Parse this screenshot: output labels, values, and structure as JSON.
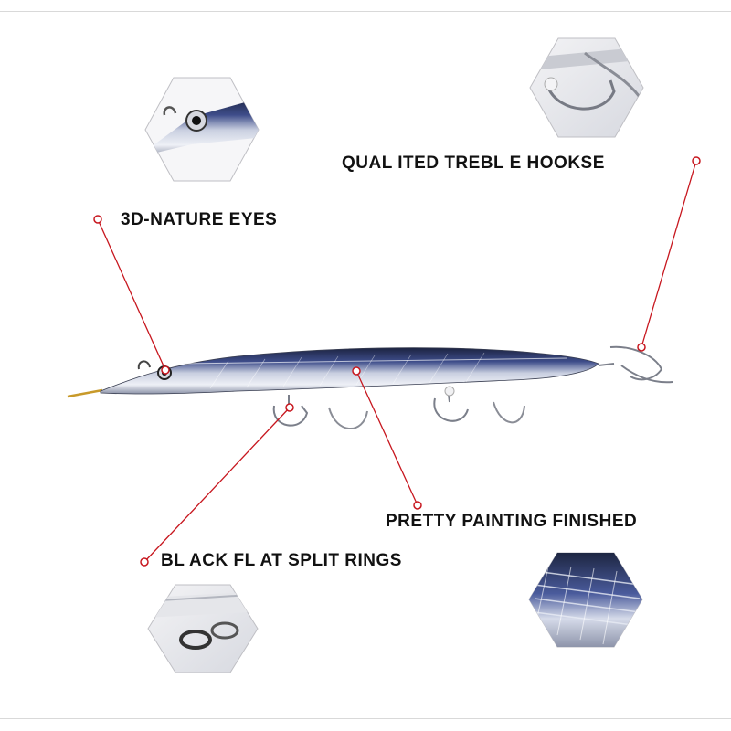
{
  "labels": {
    "hooks": "QUAL ITED TREBL E HOOKSE",
    "eyes": "3D-NATURE EYES",
    "painting": "PRETTY PAINTING FINISHED",
    "split_rings": "BL ACK FL AT SPLIT RINGS"
  },
  "colors": {
    "leader_line": "#c7161e",
    "leader_dot": "#c7161e",
    "label_text": "#111111"
  },
  "detail_insets": [
    {
      "name": "treble-hook-closeup",
      "icon": "treble-hook-icon"
    },
    {
      "name": "eye-closeup",
      "icon": "eye-icon"
    },
    {
      "name": "split-ring-closeup",
      "icon": "split-ring-icon"
    },
    {
      "name": "paint-finish-closeup",
      "icon": "scale-pattern-icon"
    }
  ],
  "product": {
    "name": "needlefish lure",
    "icon": "fishing-lure-icon"
  }
}
